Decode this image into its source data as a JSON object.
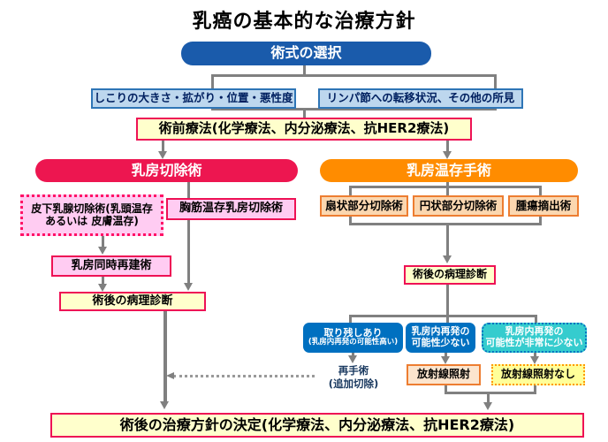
{
  "title": "乳癌の基本的な治療方針",
  "colors": {
    "header_blue": "#1A5BAB",
    "crimson_border": "#EE1155",
    "mastectomy_red": "#ED1650",
    "conserving_orange": "#FF8C00",
    "orange_border": "#ED7D31",
    "peach_fill": "#FBD7B0",
    "light_peach_fill": "#FCE5CE",
    "light_yellow_fill": "#FFFFCC",
    "pink_fill": "#FFCCF2",
    "light_blue_fill": "#BDD7EE",
    "light_blue_border": "#2E75B6",
    "solid_blue": "#0070C0",
    "cyan_fill": "#35CCCE",
    "yellow_fill": "#FFFF99",
    "connector_gray": "#808080",
    "navy_text": "#002060"
  },
  "nodes": {
    "procedure_selection": "術式の選択",
    "tumor_condition": "しこりの大きさ・拡がり・位置・悪性度",
    "lymph_condition": "リンパ節への転移状況、その他の所見",
    "preop_therapy": "術前療法(化学療法、内分泌療法、抗HER2療法)",
    "mastectomy": "乳房切除術",
    "breast_conserving": "乳房温存手術",
    "subcutaneous_line1": "皮下乳腺切除術(乳頭温存",
    "subcutaneous_line2": "あるいは 皮膚温存)",
    "pectoral_sparing": "胸筋温存乳房切除術",
    "immediate_reconstruction": "乳房同時再建術",
    "pathology_left": "術後の病理診断",
    "sector_resection": "扇状部分切除術",
    "circular_resection": "円状部分切除術",
    "lumpectomy": "腫瘍摘出術",
    "pathology_right": "術後の病理診断",
    "residual_line1": "取り残しあり",
    "residual_line2": "(乳房内再発の可能性高い)",
    "recurrence_possible_line1": "乳房内再発の",
    "recurrence_possible_line2": "可能性少ない",
    "recurrence_rare_line1": "乳房内再発の",
    "recurrence_rare_line2": "可能性が非常に少ない",
    "reoperation_line1": "再手術",
    "reoperation_line2": "(追加切除)",
    "radiation": "放射線照射",
    "no_radiation": "放射線照射なし",
    "postop_decision": "術後の治療方針の決定(化学療法、内分泌療法、抗HER2療法)"
  }
}
